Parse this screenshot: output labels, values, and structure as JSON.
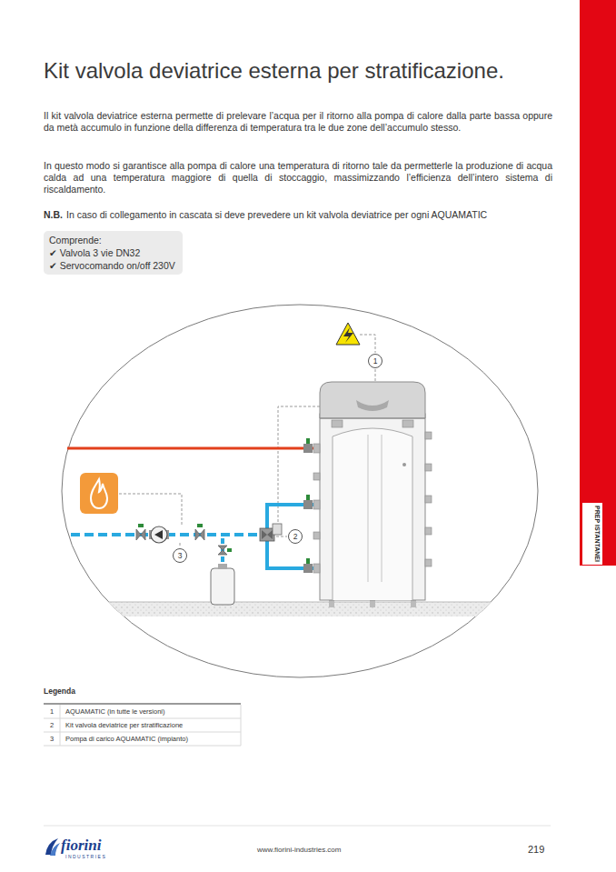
{
  "diagram": {
    "title": "Kit valvola deviatrice esterna per stratificazione.",
    "nodes": [
      {
        "text": [
          "Comprende:",
          "✔ Valvola 3 vie DN32",
          "✔ Servocomando on/off 230V"
        ]
      },
      {
        "text": [
          "1"
        ]
      },
      {
        "text": [
          "PREP ISTANTANEI"
        ]
      },
      {
        "text": [
          "2"
        ]
      },
      {
        "text": [
          "3"
        ]
      }
    ],
    "labels": [
      "Il kit valvola deviatrice esterna permette di prelevare l’acqua per il ritorno alla pompa di calore dalla parte bassa oppure da metà accumulo in funzione della differenza di temperatura tra le due zone dell’accumulo stesso.",
      "In questo modo si garantisce alla pompa di calore una temperatura di ritorno tale da permetterle la produzione di acqua calda ad una temperatura maggiore di quella di stoccaggio, massimizzando l’efficienza dell’intero sistema di riscaldamento.",
      "N.B.",
      "In caso di collegamento in cascata si deve prevedere un kit valvola deviatrice per ogni AQUAMATIC",
      "Legenda",
      "1",
      "AQUAMATIC (in tutte le versioni)",
      "2",
      "Kit valvola deviatrice per stratificazione",
      "3",
      "Pompa di carico AQUAMATIC (impianto)",
      "fiorini",
      "INDUSTRIES",
      "www.fiorini-industries.com",
      "219"
    ]
  }
}
